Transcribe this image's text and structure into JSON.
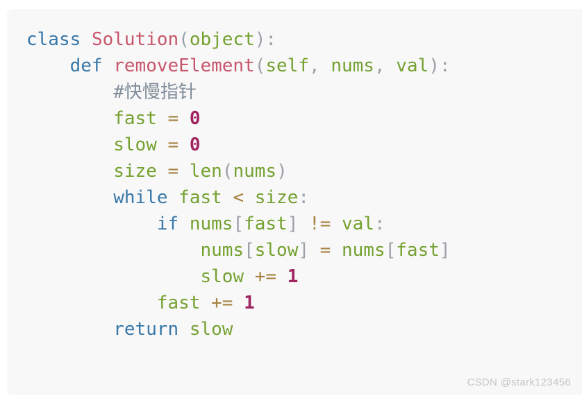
{
  "page": {
    "background": "#ffffff",
    "block_background": "#f8f8f9"
  },
  "code_block": {
    "language": "python",
    "colors": {
      "keyword": "#3878a8",
      "title": "#c8566b",
      "identifier": "#74a12f",
      "operator": "#a6823f",
      "number": "#a0245f",
      "comment": "#808b98",
      "punctuation": "#9ca1a7",
      "text": "#3f4245"
    },
    "lines": [
      [
        {
          "t": "class",
          "c": "keyword"
        },
        {
          "t": " "
        },
        {
          "t": "Solution",
          "c": "title"
        },
        {
          "t": "(",
          "c": "punctuation"
        },
        {
          "t": "object",
          "c": "identifier"
        },
        {
          "t": "):",
          "c": "punctuation"
        }
      ],
      [
        {
          "t": "    "
        },
        {
          "t": "def",
          "c": "keyword"
        },
        {
          "t": " "
        },
        {
          "t": "removeElement",
          "c": "title"
        },
        {
          "t": "(",
          "c": "punctuation"
        },
        {
          "t": "self",
          "c": "identifier"
        },
        {
          "t": ",",
          "c": "punctuation"
        },
        {
          "t": " "
        },
        {
          "t": "nums",
          "c": "identifier"
        },
        {
          "t": ",",
          "c": "punctuation"
        },
        {
          "t": " "
        },
        {
          "t": "val",
          "c": "identifier"
        },
        {
          "t": "):",
          "c": "punctuation"
        }
      ],
      [
        {
          "t": "        "
        },
        {
          "t": "#快慢指针",
          "c": "comment"
        }
      ],
      [
        {
          "t": "        "
        },
        {
          "t": "fast",
          "c": "identifier"
        },
        {
          "t": " "
        },
        {
          "t": "=",
          "c": "operator"
        },
        {
          "t": " "
        },
        {
          "t": "0",
          "c": "number"
        }
      ],
      [
        {
          "t": "        "
        },
        {
          "t": "slow",
          "c": "identifier"
        },
        {
          "t": " "
        },
        {
          "t": "=",
          "c": "operator"
        },
        {
          "t": " "
        },
        {
          "t": "0",
          "c": "number"
        }
      ],
      [
        {
          "t": "        "
        },
        {
          "t": "size",
          "c": "identifier"
        },
        {
          "t": " "
        },
        {
          "t": "=",
          "c": "operator"
        },
        {
          "t": " "
        },
        {
          "t": "len",
          "c": "identifier"
        },
        {
          "t": "(",
          "c": "punctuation"
        },
        {
          "t": "nums",
          "c": "identifier"
        },
        {
          "t": ")",
          "c": "punctuation"
        }
      ],
      [
        {
          "t": "        "
        },
        {
          "t": "while",
          "c": "keyword"
        },
        {
          "t": " "
        },
        {
          "t": "fast",
          "c": "identifier"
        },
        {
          "t": " "
        },
        {
          "t": "<",
          "c": "operator"
        },
        {
          "t": " "
        },
        {
          "t": "size",
          "c": "identifier"
        },
        {
          "t": ":",
          "c": "punctuation"
        }
      ],
      [
        {
          "t": "            "
        },
        {
          "t": "if",
          "c": "keyword"
        },
        {
          "t": " "
        },
        {
          "t": "nums",
          "c": "identifier"
        },
        {
          "t": "[",
          "c": "punctuation"
        },
        {
          "t": "fast",
          "c": "identifier"
        },
        {
          "t": "]",
          "c": "punctuation"
        },
        {
          "t": " "
        },
        {
          "t": "!=",
          "c": "operator"
        },
        {
          "t": " "
        },
        {
          "t": "val",
          "c": "identifier"
        },
        {
          "t": ":",
          "c": "punctuation"
        }
      ],
      [
        {
          "t": "                "
        },
        {
          "t": "nums",
          "c": "identifier"
        },
        {
          "t": "[",
          "c": "punctuation"
        },
        {
          "t": "slow",
          "c": "identifier"
        },
        {
          "t": "]",
          "c": "punctuation"
        },
        {
          "t": " "
        },
        {
          "t": "=",
          "c": "operator"
        },
        {
          "t": " "
        },
        {
          "t": "nums",
          "c": "identifier"
        },
        {
          "t": "[",
          "c": "punctuation"
        },
        {
          "t": "fast",
          "c": "identifier"
        },
        {
          "t": "]",
          "c": "punctuation"
        }
      ],
      [
        {
          "t": "                "
        },
        {
          "t": "slow",
          "c": "identifier"
        },
        {
          "t": " "
        },
        {
          "t": "+=",
          "c": "operator"
        },
        {
          "t": " "
        },
        {
          "t": "1",
          "c": "number"
        }
      ],
      [
        {
          "t": "            "
        },
        {
          "t": "fast",
          "c": "identifier"
        },
        {
          "t": " "
        },
        {
          "t": "+=",
          "c": "operator"
        },
        {
          "t": " "
        },
        {
          "t": "1",
          "c": "number"
        }
      ],
      [
        {
          "t": "        "
        },
        {
          "t": "return",
          "c": "keyword"
        },
        {
          "t": " "
        },
        {
          "t": "slow",
          "c": "identifier"
        }
      ]
    ]
  },
  "watermark": {
    "text": "CSDN @stark123456",
    "color": "#c3c5c9"
  }
}
